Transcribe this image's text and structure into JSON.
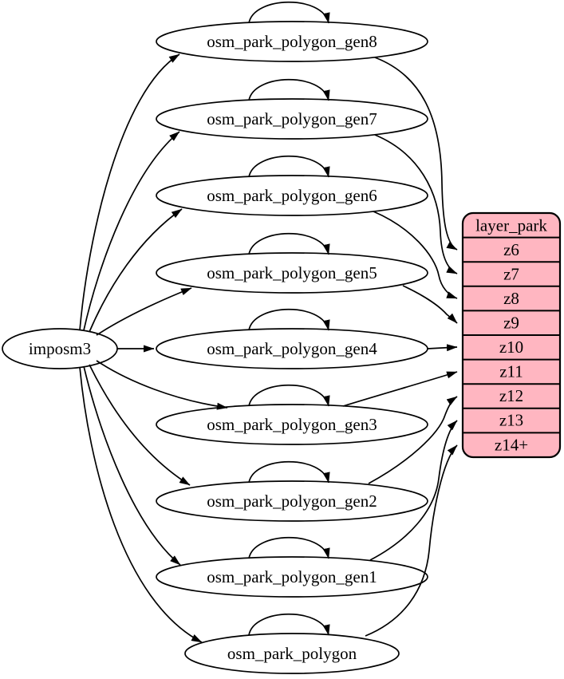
{
  "diagram": {
    "type": "graphviz-dependency-graph",
    "background_color": "#ffffff",
    "edge_color": "#000000",
    "nodes": {
      "source": {
        "label": "imposm3",
        "shape": "ellipse",
        "fill": "#ffffff"
      },
      "tables": [
        {
          "label": "osm_park_polygon_gen8"
        },
        {
          "label": "osm_park_polygon_gen7"
        },
        {
          "label": "osm_park_polygon_gen6"
        },
        {
          "label": "osm_park_polygon_gen5"
        },
        {
          "label": "osm_park_polygon_gen4"
        },
        {
          "label": "osm_park_polygon_gen3"
        },
        {
          "label": "osm_park_polygon_gen2"
        },
        {
          "label": "osm_park_polygon_gen1"
        },
        {
          "label": "osm_park_polygon"
        }
      ],
      "layer": {
        "header": "layer_park",
        "rows": [
          "z6",
          "z7",
          "z8",
          "z9",
          "z10",
          "z11",
          "z12",
          "z13",
          "z14+"
        ],
        "fill": "#ffb6c1",
        "border_color": "#000000",
        "shape": "rounded-record"
      }
    },
    "edges": [
      {
        "from": "imposm3",
        "to": "osm_park_polygon_gen8"
      },
      {
        "from": "imposm3",
        "to": "osm_park_polygon_gen7"
      },
      {
        "from": "imposm3",
        "to": "osm_park_polygon_gen6"
      },
      {
        "from": "imposm3",
        "to": "osm_park_polygon_gen5"
      },
      {
        "from": "imposm3",
        "to": "osm_park_polygon_gen4"
      },
      {
        "from": "imposm3",
        "to": "osm_park_polygon_gen3"
      },
      {
        "from": "imposm3",
        "to": "osm_park_polygon_gen2"
      },
      {
        "from": "imposm3",
        "to": "osm_park_polygon_gen1"
      },
      {
        "from": "imposm3",
        "to": "osm_park_polygon"
      },
      {
        "from": "osm_park_polygon_gen8",
        "to": "osm_park_polygon_gen8"
      },
      {
        "from": "osm_park_polygon_gen7",
        "to": "osm_park_polygon_gen7"
      },
      {
        "from": "osm_park_polygon_gen6",
        "to": "osm_park_polygon_gen6"
      },
      {
        "from": "osm_park_polygon_gen5",
        "to": "osm_park_polygon_gen5"
      },
      {
        "from": "osm_park_polygon_gen4",
        "to": "osm_park_polygon_gen4"
      },
      {
        "from": "osm_park_polygon_gen3",
        "to": "osm_park_polygon_gen3"
      },
      {
        "from": "osm_park_polygon_gen2",
        "to": "osm_park_polygon_gen2"
      },
      {
        "from": "osm_park_polygon_gen1",
        "to": "osm_park_polygon_gen1"
      },
      {
        "from": "osm_park_polygon",
        "to": "osm_park_polygon"
      },
      {
        "from": "osm_park_polygon_gen8",
        "to": "layer_park:z6"
      },
      {
        "from": "osm_park_polygon_gen7",
        "to": "layer_park:z7"
      },
      {
        "from": "osm_park_polygon_gen6",
        "to": "layer_park:z8"
      },
      {
        "from": "osm_park_polygon_gen5",
        "to": "layer_park:z9"
      },
      {
        "from": "osm_park_polygon_gen4",
        "to": "layer_park:z10"
      },
      {
        "from": "osm_park_polygon_gen3",
        "to": "layer_park:z11"
      },
      {
        "from": "osm_park_polygon_gen2",
        "to": "layer_park:z12"
      },
      {
        "from": "osm_park_polygon_gen1",
        "to": "layer_park:z13"
      },
      {
        "from": "osm_park_polygon",
        "to": "layer_park:z14+"
      }
    ]
  }
}
